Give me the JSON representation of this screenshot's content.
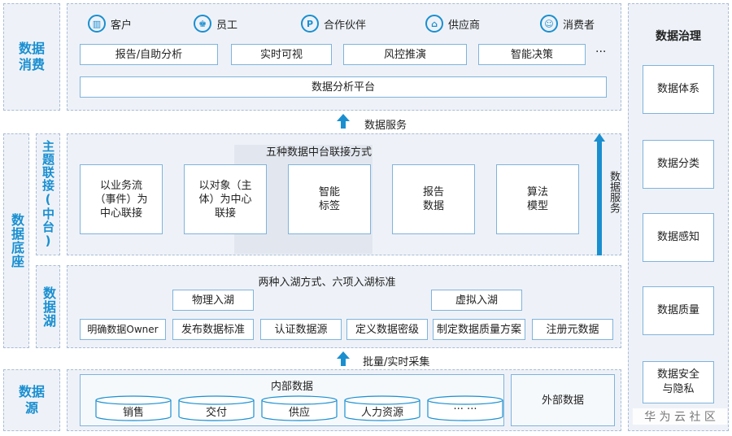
{
  "consumption": {
    "label": "数据\n消费",
    "groups": [
      "客户",
      "员工",
      "合作伙伴",
      "供应商",
      "消费者"
    ],
    "group_icons": [
      "customer-icon",
      "employee-icon",
      "partner-icon",
      "supplier-icon",
      "consumer-icon"
    ],
    "scenarios": [
      "报告/自助分析",
      "实时可视",
      "风控推演",
      "智能决策"
    ],
    "more": "···",
    "platform": "数据分析平台"
  },
  "service_arrow_label": "数据服务",
  "base": {
    "label": "数据底座",
    "topic": {
      "label": "主题联接(中台)",
      "title": "五种数据中台联接方式",
      "methods": [
        "以业务流\n（事件）为\n中心联接",
        "以对象（主\n体）为中心\n联接",
        "智能\n标签",
        "报告\n数据",
        "算法\n模型"
      ],
      "vertical_label": "数据服务"
    },
    "lake": {
      "label": "数据湖",
      "title": "两种入湖方式、六项入湖标准",
      "modes": [
        "物理入湖",
        "虚拟入湖"
      ],
      "standards": [
        "明确数据Owner",
        "发布数据标准",
        "认证数据源",
        "定义数据密级",
        "制定数据质量方案",
        "注册元数据"
      ]
    }
  },
  "collect_arrow_label": "批量/实时采集",
  "source": {
    "label": "数据\n源",
    "internal_title": "内部数据",
    "internal_items": [
      "销售",
      "交付",
      "供应",
      "人力资源",
      "··· ···"
    ],
    "external": "外部数据"
  },
  "governance": {
    "title": "数据治理",
    "items": [
      "数据体系",
      "数据分类",
      "数据感知",
      "数据质量",
      "数据安全\n与隐私"
    ]
  },
  "watermark": "华 为 云 社 区",
  "colors": {
    "accent": "#1a8fd0",
    "panel": "#eef2f8",
    "border": "#7fb3dc"
  }
}
